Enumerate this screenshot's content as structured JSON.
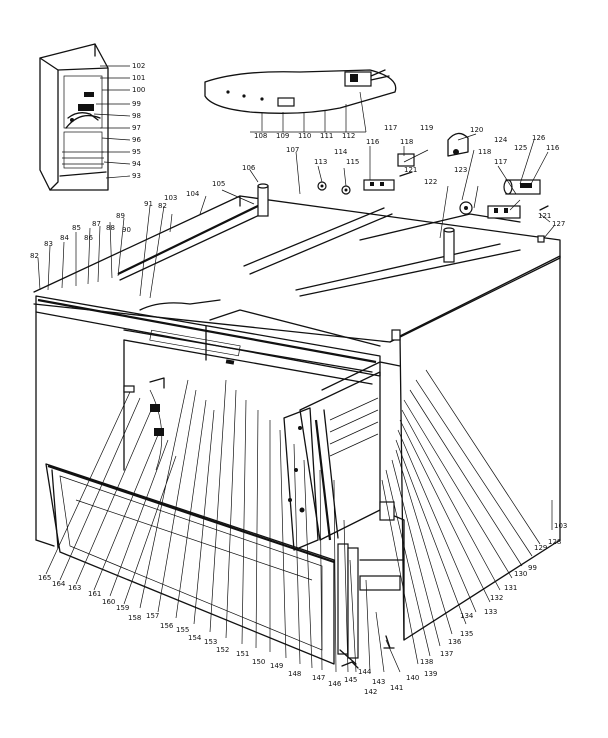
{
  "diagram": {
    "callouts": [
      {
        "id": "c102a",
        "text": "102"
      },
      {
        "id": "c101a",
        "text": "101"
      },
      {
        "id": "c100a",
        "text": "100"
      },
      {
        "id": "c99a",
        "text": "99"
      },
      {
        "id": "c98a",
        "text": "98"
      },
      {
        "id": "c97a",
        "text": "97"
      },
      {
        "id": "c96a",
        "text": "96"
      },
      {
        "id": "c95a",
        "text": "95"
      },
      {
        "id": "c94a",
        "text": "94"
      },
      {
        "id": "c93a",
        "text": "93"
      },
      {
        "id": "c108",
        "text": "108"
      },
      {
        "id": "c109",
        "text": "109"
      },
      {
        "id": "c110",
        "text": "110"
      },
      {
        "id": "c111",
        "text": "111"
      },
      {
        "id": "c112",
        "text": "112"
      },
      {
        "id": "c117a",
        "text": "117"
      },
      {
        "id": "c118a",
        "text": "118"
      },
      {
        "id": "c119",
        "text": "119"
      },
      {
        "id": "c120",
        "text": "120"
      },
      {
        "id": "c124",
        "text": "124"
      },
      {
        "id": "c125",
        "text": "125"
      },
      {
        "id": "c126",
        "text": "126"
      },
      {
        "id": "c116a",
        "text": "116"
      },
      {
        "id": "c106",
        "text": "106"
      },
      {
        "id": "c107",
        "text": "107"
      },
      {
        "id": "c113",
        "text": "113"
      },
      {
        "id": "c114",
        "text": "114"
      },
      {
        "id": "c115",
        "text": "115"
      },
      {
        "id": "c116b",
        "text": "116"
      },
      {
        "id": "c121a",
        "text": "121"
      },
      {
        "id": "c122",
        "text": "122"
      },
      {
        "id": "c123",
        "text": "123"
      },
      {
        "id": "c118b",
        "text": "118"
      },
      {
        "id": "c117b",
        "text": "117"
      },
      {
        "id": "c121b",
        "text": "121"
      },
      {
        "id": "c127",
        "text": "127"
      },
      {
        "id": "c103a",
        "text": "103"
      },
      {
        "id": "c104",
        "text": "104"
      },
      {
        "id": "c105",
        "text": "105"
      },
      {
        "id": "c83",
        "text": "83"
      },
      {
        "id": "c84",
        "text": "84"
      },
      {
        "id": "c85",
        "text": "85"
      },
      {
        "id": "c86",
        "text": "86"
      },
      {
        "id": "c87",
        "text": "87"
      },
      {
        "id": "c88",
        "text": "88"
      },
      {
        "id": "c89",
        "text": "89"
      },
      {
        "id": "c90",
        "text": "90"
      },
      {
        "id": "c91",
        "text": "91"
      },
      {
        "id": "c82a",
        "text": "82"
      },
      {
        "id": "c82b",
        "text": "82"
      },
      {
        "id": "c165",
        "text": "165"
      },
      {
        "id": "c164",
        "text": "164"
      },
      {
        "id": "c163",
        "text": "163"
      },
      {
        "id": "c161",
        "text": "161"
      },
      {
        "id": "c160",
        "text": "160"
      },
      {
        "id": "c159",
        "text": "159"
      },
      {
        "id": "c158",
        "text": "158"
      },
      {
        "id": "c157",
        "text": "157"
      },
      {
        "id": "c156",
        "text": "156"
      },
      {
        "id": "c155",
        "text": "155"
      },
      {
        "id": "c154",
        "text": "154"
      },
      {
        "id": "c153",
        "text": "153"
      },
      {
        "id": "c152",
        "text": "152"
      },
      {
        "id": "c151",
        "text": "151"
      },
      {
        "id": "c150",
        "text": "150"
      },
      {
        "id": "c149",
        "text": "149"
      },
      {
        "id": "c148",
        "text": "148"
      },
      {
        "id": "c147",
        "text": "147"
      },
      {
        "id": "c146",
        "text": "146"
      },
      {
        "id": "c145",
        "text": "145"
      },
      {
        "id": "c144",
        "text": "144"
      },
      {
        "id": "c143",
        "text": "143"
      },
      {
        "id": "c142",
        "text": "142"
      },
      {
        "id": "c141",
        "text": "141"
      },
      {
        "id": "c140",
        "text": "140"
      },
      {
        "id": "c139",
        "text": "139"
      },
      {
        "id": "c138",
        "text": "138"
      },
      {
        "id": "c137",
        "text": "137"
      },
      {
        "id": "c136",
        "text": "136"
      },
      {
        "id": "c135",
        "text": "135"
      },
      {
        "id": "c134",
        "text": "134"
      },
      {
        "id": "c133",
        "text": "133"
      },
      {
        "id": "c132",
        "text": "132"
      },
      {
        "id": "c131",
        "text": "131"
      },
      {
        "id": "c130",
        "text": "130"
      },
      {
        "id": "c99b",
        "text": "99"
      },
      {
        "id": "c129",
        "text": "129"
      },
      {
        "id": "c128",
        "text": "128"
      },
      {
        "id": "c103b",
        "text": "103"
      }
    ]
  }
}
